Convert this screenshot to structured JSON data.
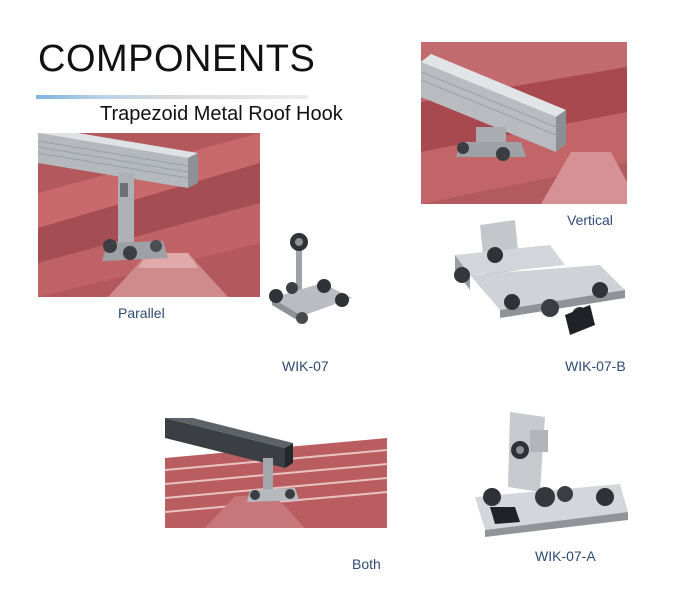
{
  "header": {
    "title": "COMPONENTS",
    "subtitle": "Trapezoid Metal Roof Hook"
  },
  "captions": {
    "parallel": "Parallel",
    "wik07": "WIK-07",
    "vertical": "Vertical",
    "wik07b": "WIK-07-B",
    "both": "Both",
    "wik07a": "WIK-07-A"
  },
  "colors": {
    "roof_red": "#b85a5e",
    "roof_dark": "#8e3f44",
    "aluminium": "#c9ccd0",
    "caption_text": "#2f4a72",
    "accent_rule": "#7fb3dd"
  }
}
